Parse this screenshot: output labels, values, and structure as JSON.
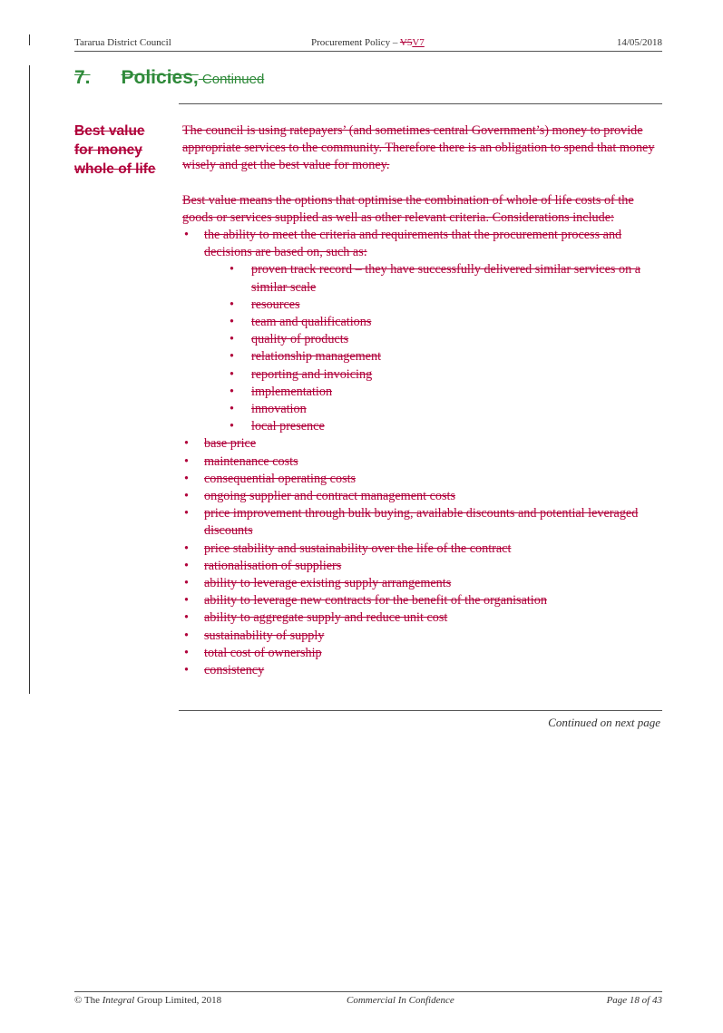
{
  "header": {
    "org": "Tararua District Council",
    "doc_title_prefix": "Procurement Policy – ",
    "version_deleted": "V5",
    "version_inserted": "V7",
    "date": "14/05/2018"
  },
  "section": {
    "number": "7.",
    "name": "Policies,",
    "continued": " Continued"
  },
  "side_label": [
    "Best value",
    "for money",
    "whole of life"
  ],
  "paragraphs": [
    "The council is using ratepayers’ (and sometimes central Government’s) money to provide appropriate services to the community.  Therefore there is an obligation to spend that money wisely and get the best value for money.",
    "Best value means the options that optimise the combination of whole of life costs of the goods or services supplied as well as other relevant criteria. Considerations include:"
  ],
  "bullets": [
    {
      "level": 1,
      "text": "the ability to meet the criteria and requirements that the procurement process and decisions are based on, such as:"
    },
    {
      "level": 2,
      "text": "proven track record – they have successfully delivered similar services on a similar scale"
    },
    {
      "level": 2,
      "text": "resources"
    },
    {
      "level": 2,
      "text": "team and qualifications"
    },
    {
      "level": 2,
      "text": "quality of products"
    },
    {
      "level": 2,
      "text": "relationship management"
    },
    {
      "level": 2,
      "text": "reporting and invoicing"
    },
    {
      "level": 2,
      "text": "implementation"
    },
    {
      "level": 2,
      "text": "innovation"
    },
    {
      "level": 2,
      "text": "local presence"
    },
    {
      "level": 1,
      "text": "base price"
    },
    {
      "level": 1,
      "text": "maintenance costs"
    },
    {
      "level": 1,
      "text": "consequential operating costs"
    },
    {
      "level": 1,
      "text": "ongoing supplier and contract management costs"
    },
    {
      "level": 1,
      "text": "price improvement through bulk buying, available discounts and potential leveraged discounts"
    },
    {
      "level": 1,
      "text": "price stability and sustainability over the life of the contract"
    },
    {
      "level": 1,
      "text": "rationalisation of suppliers"
    },
    {
      "level": 1,
      "text": "ability to leverage existing supply arrangements"
    },
    {
      "level": 1,
      "text": "ability to leverage new contracts for the benefit of the organisation"
    },
    {
      "level": 1,
      "text": "ability to aggregate supply and reduce unit cost"
    },
    {
      "level": 1,
      "text": "sustainability of supply"
    },
    {
      "level": 1,
      "text": "total cost of ownership"
    },
    {
      "level": 1,
      "text": "consistency"
    }
  ],
  "bullet_glyph": "•",
  "continued_note": "Continued on next page",
  "footer": {
    "copyright_prefix": "© The ",
    "company_italic": "Integral",
    "copyright_suffix": " Group Limited, 2018",
    "confidentiality": "Commercial In Confidence",
    "page": "Page 18 of 43"
  },
  "colors": {
    "tracked_change": "#b0003a",
    "heading_strike": "#2f8a3a"
  }
}
